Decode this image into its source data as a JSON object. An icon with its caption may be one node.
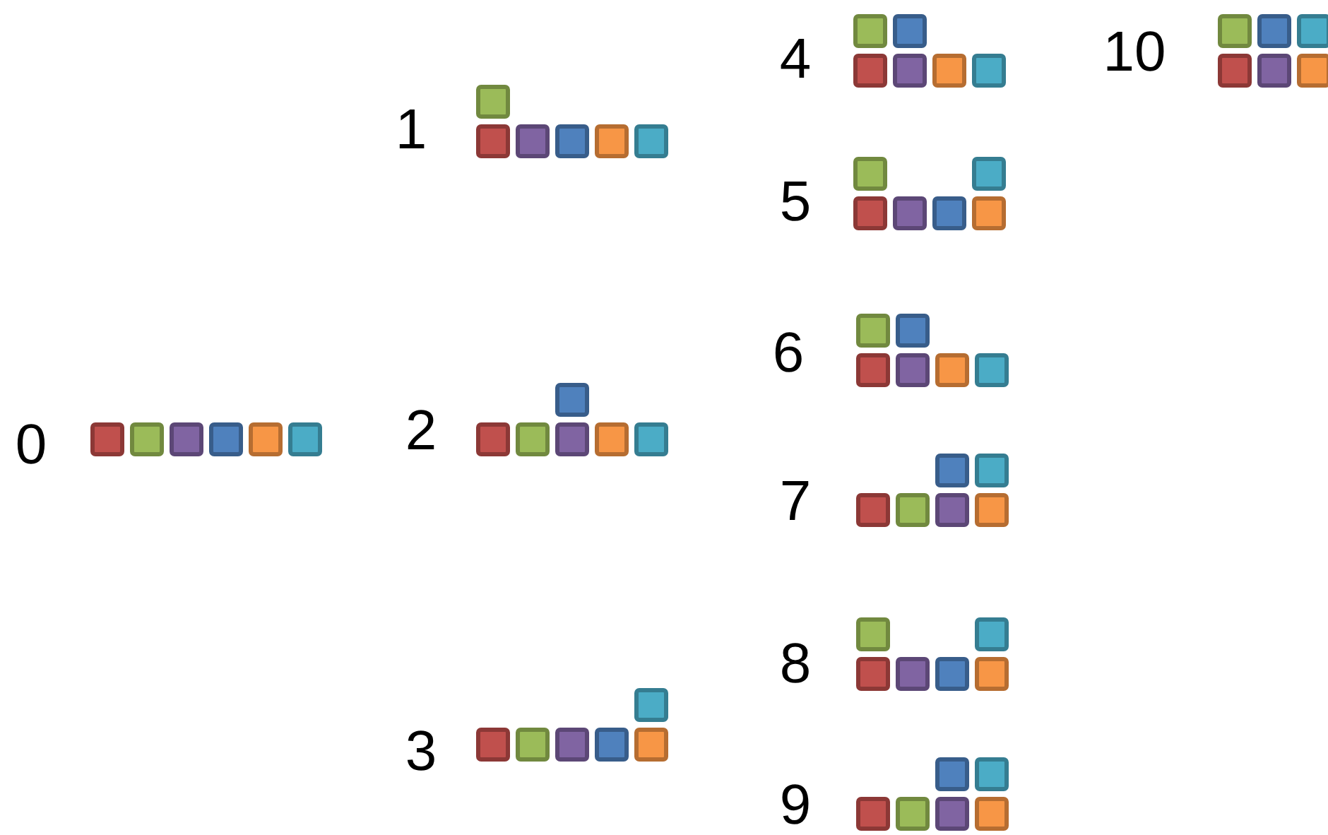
{
  "diagram": {
    "labels": [
      "4",
      "10",
      "1",
      "5",
      "6",
      "0",
      "2",
      "7",
      "8",
      "3",
      "9"
    ]
  }
}
